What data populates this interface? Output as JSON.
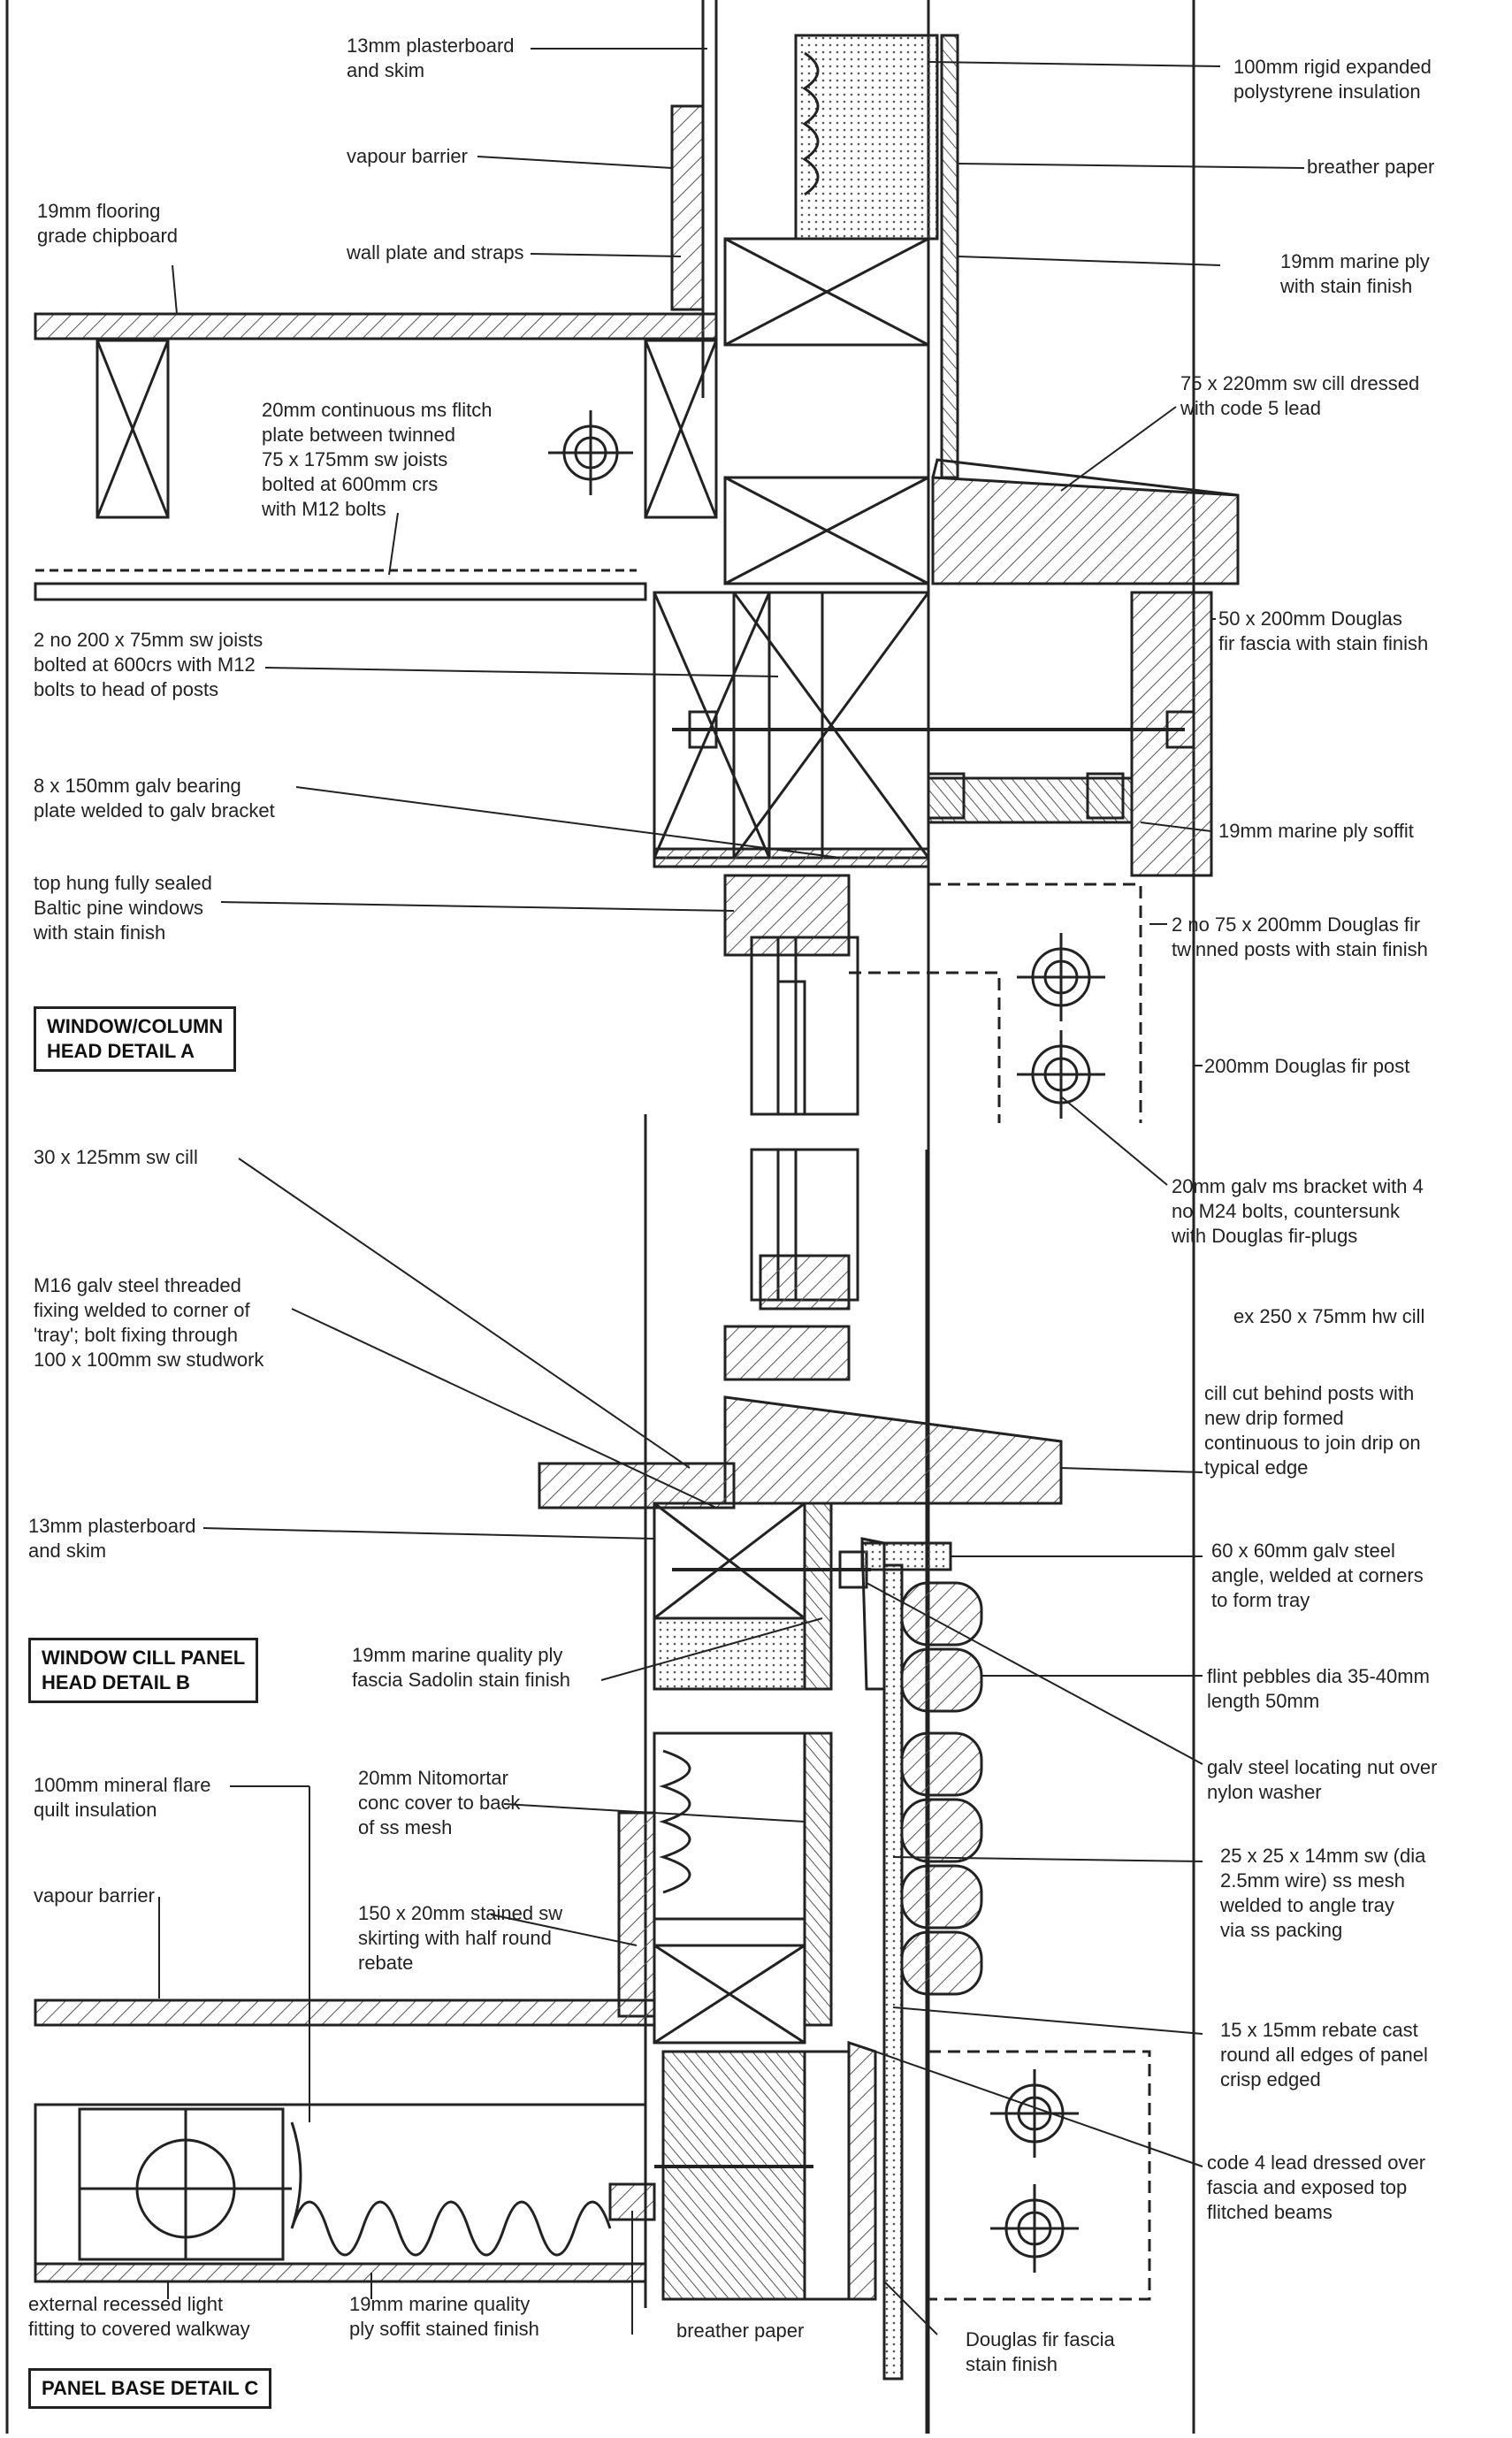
{
  "labels": {
    "plasterboard_top": "13mm plasterboard\nand skim",
    "vapour_barrier_top": "vapour barrier",
    "wall_plate": "wall plate and straps",
    "flooring": "19mm flooring\ngrade chipboard",
    "flitch_plate": "20mm continuous ms flitch\nplate between twinned\n75 x 175mm sw joists\nbolted at 600mm crs\nwith M12 bolts",
    "joists": "2 no 200 x 75mm sw joists\nbolted at 600crs with M12\nbolts to head of posts",
    "bearing_plate": "8 x 150mm galv bearing\nplate welded to galv bracket",
    "windows": "top hung fully sealed\nBaltic pine windows\nwith stain finish",
    "eps_insulation": "100mm rigid expanded\npolystyrene insulation",
    "breather_paper_top": "breather paper",
    "marine_ply_top": "19mm marine ply\nwith stain finish",
    "cill_top": "75 x 220mm sw cill dressed\nwith code 5 lead",
    "fascia_top": "50 x 200mm Douglas\nfir fascia with stain finish",
    "soffit_top": "19mm marine ply soffit",
    "twinned_posts": "2 no 75 x 200mm Douglas fir\ntwinned posts with stain finish",
    "post": "200mm Douglas fir post",
    "bracket": "20mm galv ms bracket with 4\nno M24 bolts, countersunk\nwith Douglas fir-plugs",
    "sw_cill": "30 x 125mm sw cill",
    "m16_fixing": "M16 galv steel threaded\nfixing welded to corner of\n'tray'; bolt fixing through\n100 x 100mm sw studwork",
    "hw_cill": "ex 250 x 75mm hw cill",
    "cill_cut": "cill cut behind posts with\nnew drip formed\ncontinuous to join drip on\ntypical edge",
    "plasterboard_mid": "13mm plasterboard\nand skim",
    "galv_angle": "60 x 60mm galv steel\nangle, welded at corners\nto form tray",
    "ply_fascia": "19mm marine quality ply\nfascia Sadolin stain finish",
    "pebbles": "flint pebbles dia 35-40mm\nlength 50mm",
    "locating_nut": "galv steel locating nut over\nnylon washer",
    "mineral_quilt": "100mm mineral flare\nquilt insulation",
    "nitomortar": "20mm Nitomortar\nconc cover to back\nof ss mesh",
    "vapour_barrier_low": "vapour barrier",
    "skirting": "150 x 20mm stained sw\nskirting with half round\nrebate",
    "ss_mesh": "25 x 25 x 14mm sw (dia\n2.5mm wire) ss mesh\nwelded to angle tray\nvia ss packing",
    "rebate": "15 x 15mm rebate cast\nround all edges of panel\ncrisp edged",
    "lead_fascia": "code 4 lead dressed over\nfascia and exposed top\nflitched beams",
    "light_fitting": "external recessed light\nfitting to covered walkway",
    "soffit_low": "19mm marine quality\nply soffit stained finish",
    "breather_paper_low": "breather paper",
    "douglas_fascia": "Douglas fir fascia\nstain finish"
  },
  "detail_titles": {
    "a": "WINDOW/COLUMN\nHEAD DETAIL A",
    "b": "WINDOW CILL PANEL\nHEAD DETAIL B",
    "c": "PANEL BASE DETAIL C"
  },
  "colors": {
    "ink": "#222222",
    "hatch": "#555555",
    "fill": "#ffffff"
  }
}
